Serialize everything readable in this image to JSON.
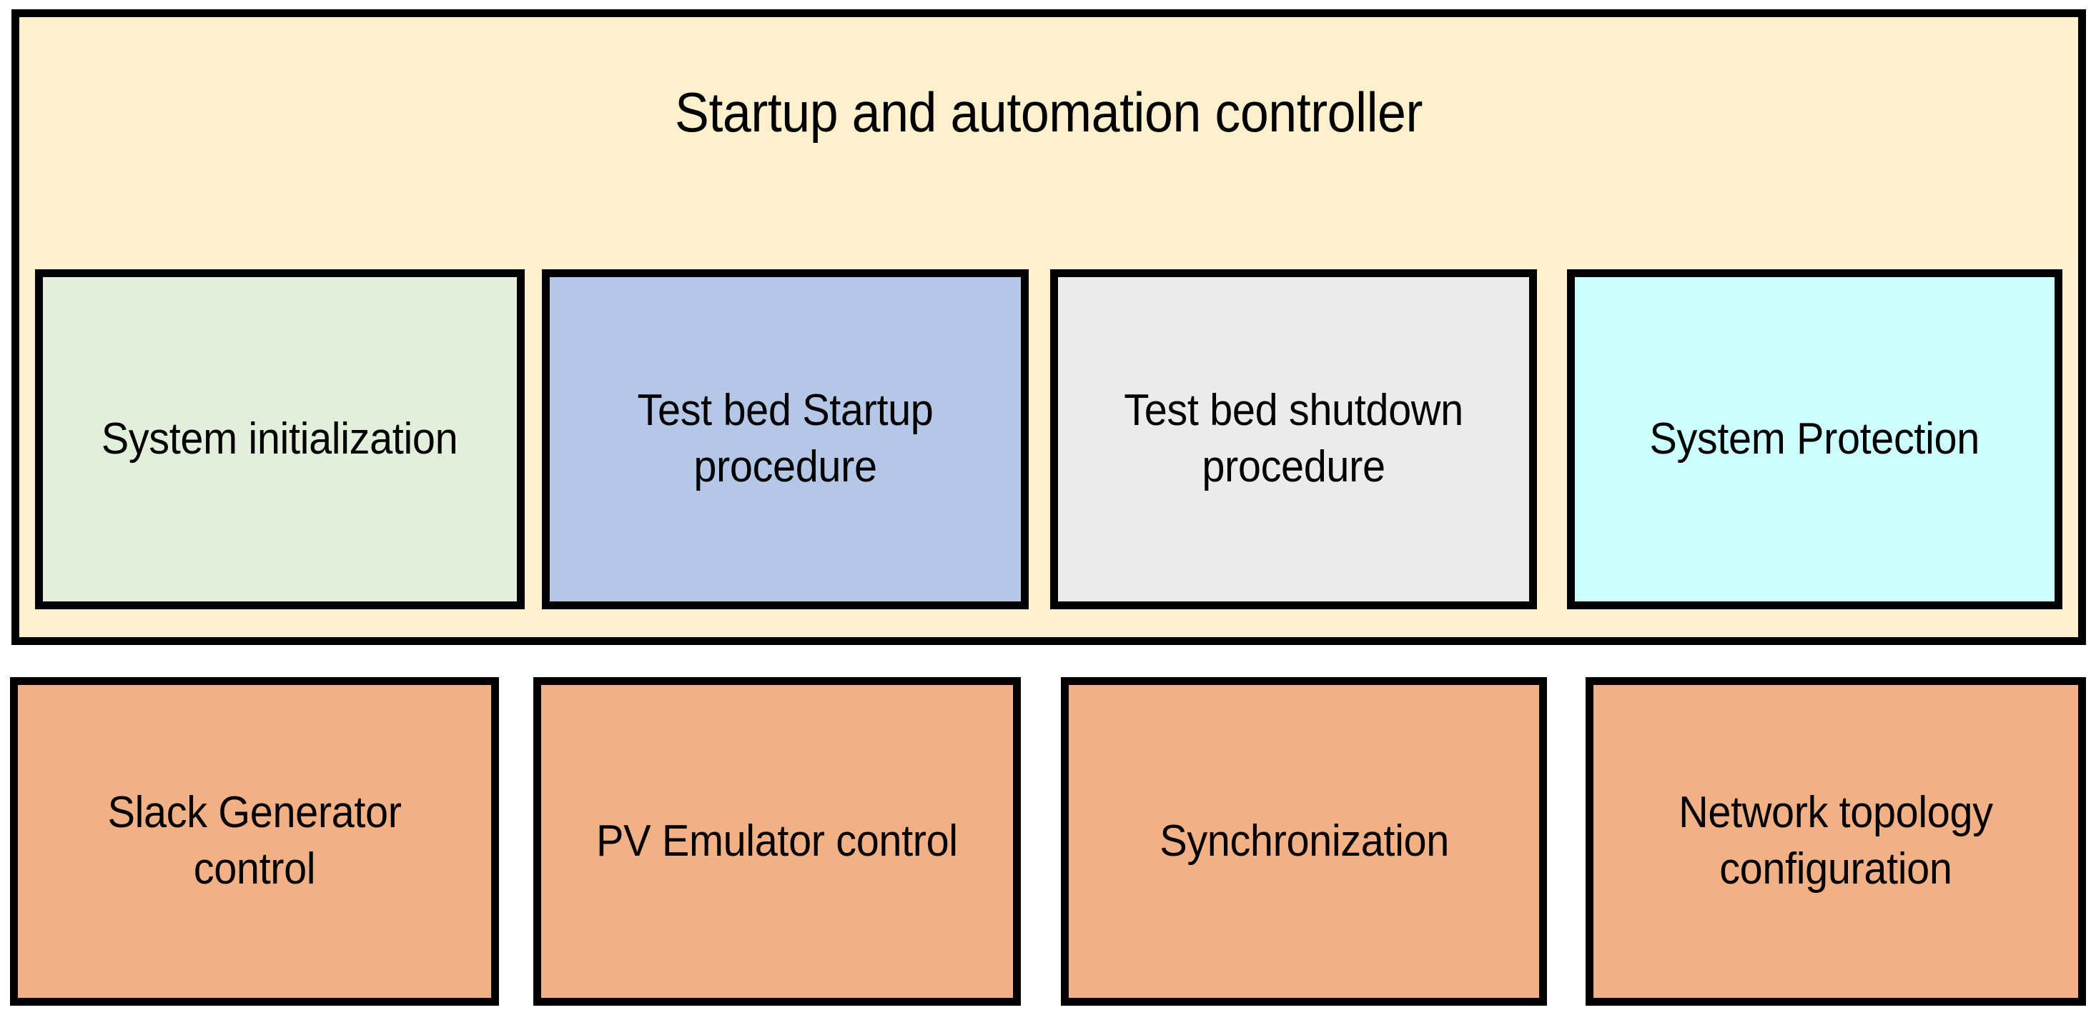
{
  "diagram": {
    "title": "Startup and automation controller",
    "controller": {
      "label": "Startup and automation controller",
      "background_color": "#FDF0CC",
      "border_color": "#000000",
      "modules": [
        {
          "label": "System initialization",
          "color": "#E2EFDA"
        },
        {
          "label": "Test bed Startup procedure",
          "color": "#B4C7E7"
        },
        {
          "label": "Test bed shutdown procedure",
          "color": "#EBEBEB"
        },
        {
          "label": "System Protection",
          "color": "#CCFFFF"
        }
      ]
    },
    "components": {
      "color": "#F2B184",
      "items": [
        {
          "label": "Slack Generator control"
        },
        {
          "label": "PV Emulator control"
        },
        {
          "label": "Synchronization"
        },
        {
          "label": "Network topology configuration"
        }
      ]
    }
  }
}
